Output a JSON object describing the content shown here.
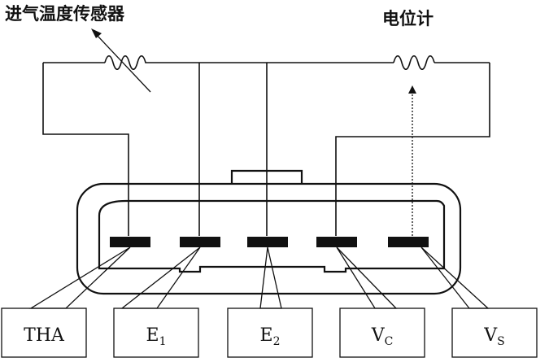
{
  "sensor_label": "进气温度传感器",
  "pot_label": "电位计",
  "terminals": [
    {
      "id": "THA",
      "main": "THA",
      "sub": ""
    },
    {
      "id": "E1",
      "main": "E",
      "sub": "1"
    },
    {
      "id": "E2",
      "main": "E",
      "sub": "2"
    },
    {
      "id": "VC",
      "main": "V",
      "sub": "C"
    },
    {
      "id": "VS",
      "main": "V",
      "sub": "S"
    }
  ]
}
